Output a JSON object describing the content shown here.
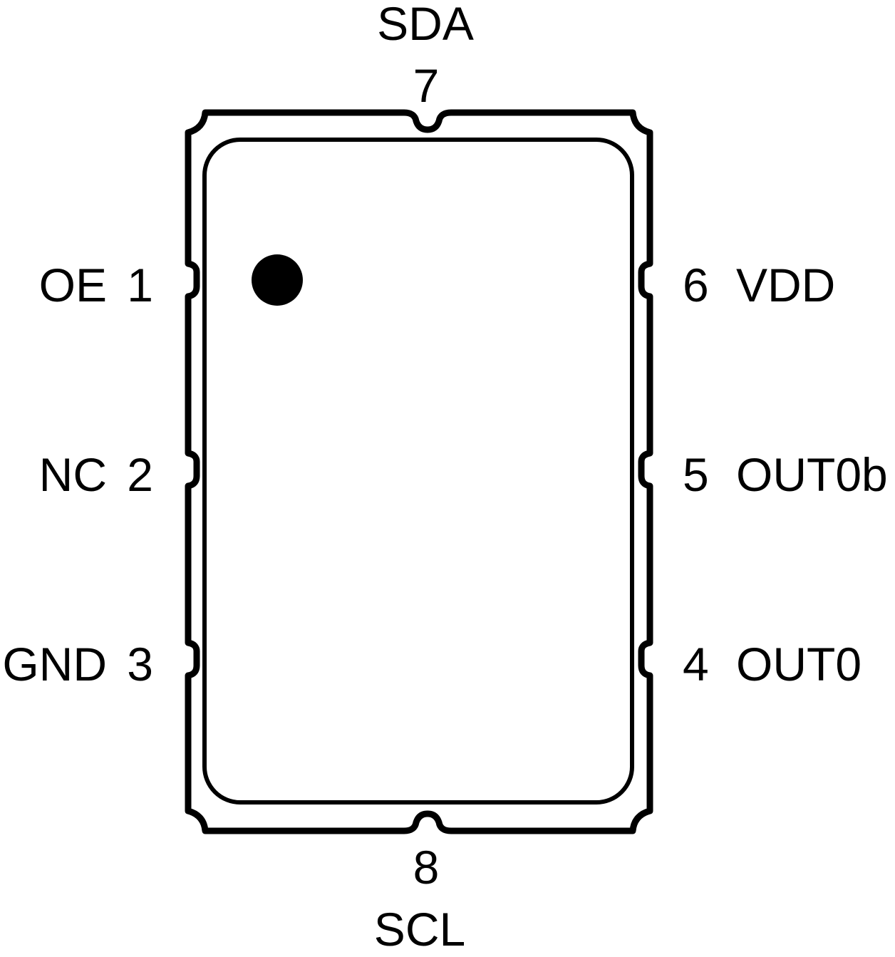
{
  "pins": {
    "p1": {
      "number": "1",
      "name": "OE"
    },
    "p2": {
      "number": "2",
      "name": "NC"
    },
    "p3": {
      "number": "3",
      "name": "GND"
    },
    "p4": {
      "number": "4",
      "name": "OUT0"
    },
    "p5": {
      "number": "5",
      "name": "OUT0b"
    },
    "p6": {
      "number": "6",
      "name": "VDD"
    },
    "p7": {
      "number": "7",
      "name": "SDA"
    },
    "p8": {
      "number": "8",
      "name": "SCL"
    }
  },
  "colors": {
    "stroke": "#000000",
    "background": "#ffffff"
  }
}
